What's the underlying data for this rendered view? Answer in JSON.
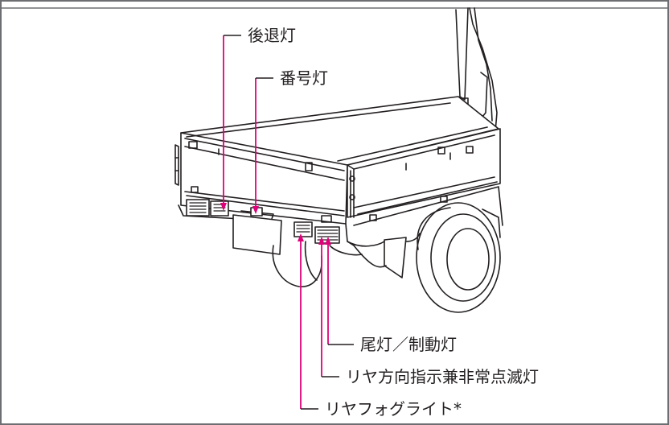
{
  "labels": {
    "reversing_lamp": "後退灯",
    "license_plate_lamp": "番号灯",
    "tail_stop_lamp": "尾灯／制動灯",
    "rear_turn_hazard_lamp": "リヤ方向指示兼非常点滅灯",
    "rear_fog_lamp": "リヤフォグライト*"
  },
  "colors": {
    "leader": "#e0007a",
    "ink": "#231f20",
    "frame": "#6d6e71"
  }
}
